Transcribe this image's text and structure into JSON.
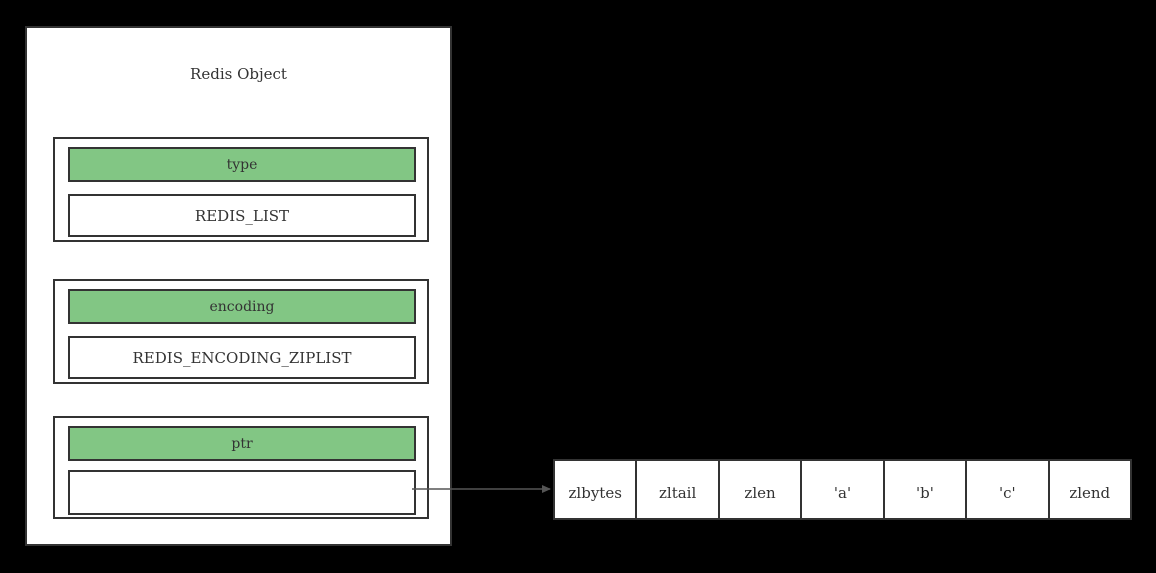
{
  "diagram": {
    "background_color": "#000000",
    "accent_green": "#82c684",
    "stroke_color": "#333333",
    "text_color": "#333333",
    "panel_background": "#ffffff"
  },
  "redis_object": {
    "title": "Redis Object",
    "fields": [
      {
        "name": "type",
        "label": "type",
        "value": "REDIS_LIST"
      },
      {
        "name": "encoding",
        "label": "encoding",
        "value": "REDIS_ENCODING_ZIPLIST"
      },
      {
        "name": "ptr",
        "label": "ptr",
        "value": ""
      }
    ]
  },
  "pointer_arrow": {
    "name": "ptr-to-ziplist-arrow",
    "from": "ptr",
    "to": "ziplist",
    "color": "#555555"
  },
  "ziplist": {
    "name": "ziplist",
    "cells": [
      {
        "label": "zlbytes"
      },
      {
        "label": "zltail"
      },
      {
        "label": "zlen"
      },
      {
        "label": "'a'"
      },
      {
        "label": "'b'"
      },
      {
        "label": "'c'"
      },
      {
        "label": "zlend"
      }
    ]
  }
}
